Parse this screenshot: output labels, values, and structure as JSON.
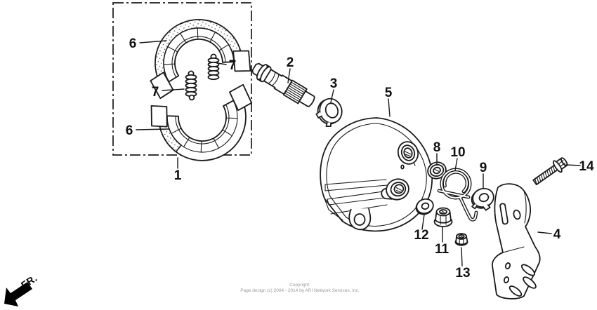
{
  "diagram": {
    "background": "#ffffff",
    "line_color": "#1a1a1a"
  },
  "labels": {
    "p1": "1",
    "p2": "2",
    "p3": "3",
    "p4": "4",
    "p5": "5",
    "p6": "6",
    "p7": "7",
    "p8": "8",
    "p9": "9",
    "p10": "10",
    "p11": "11",
    "p12": "12",
    "p13": "13",
    "p14": "14"
  },
  "fr_indicator": {
    "label": "FR."
  },
  "watermark": {
    "line1": "Copyright:",
    "line2": "Page design (c) 2004 - 2014 by ARI Network Services, Inc."
  }
}
